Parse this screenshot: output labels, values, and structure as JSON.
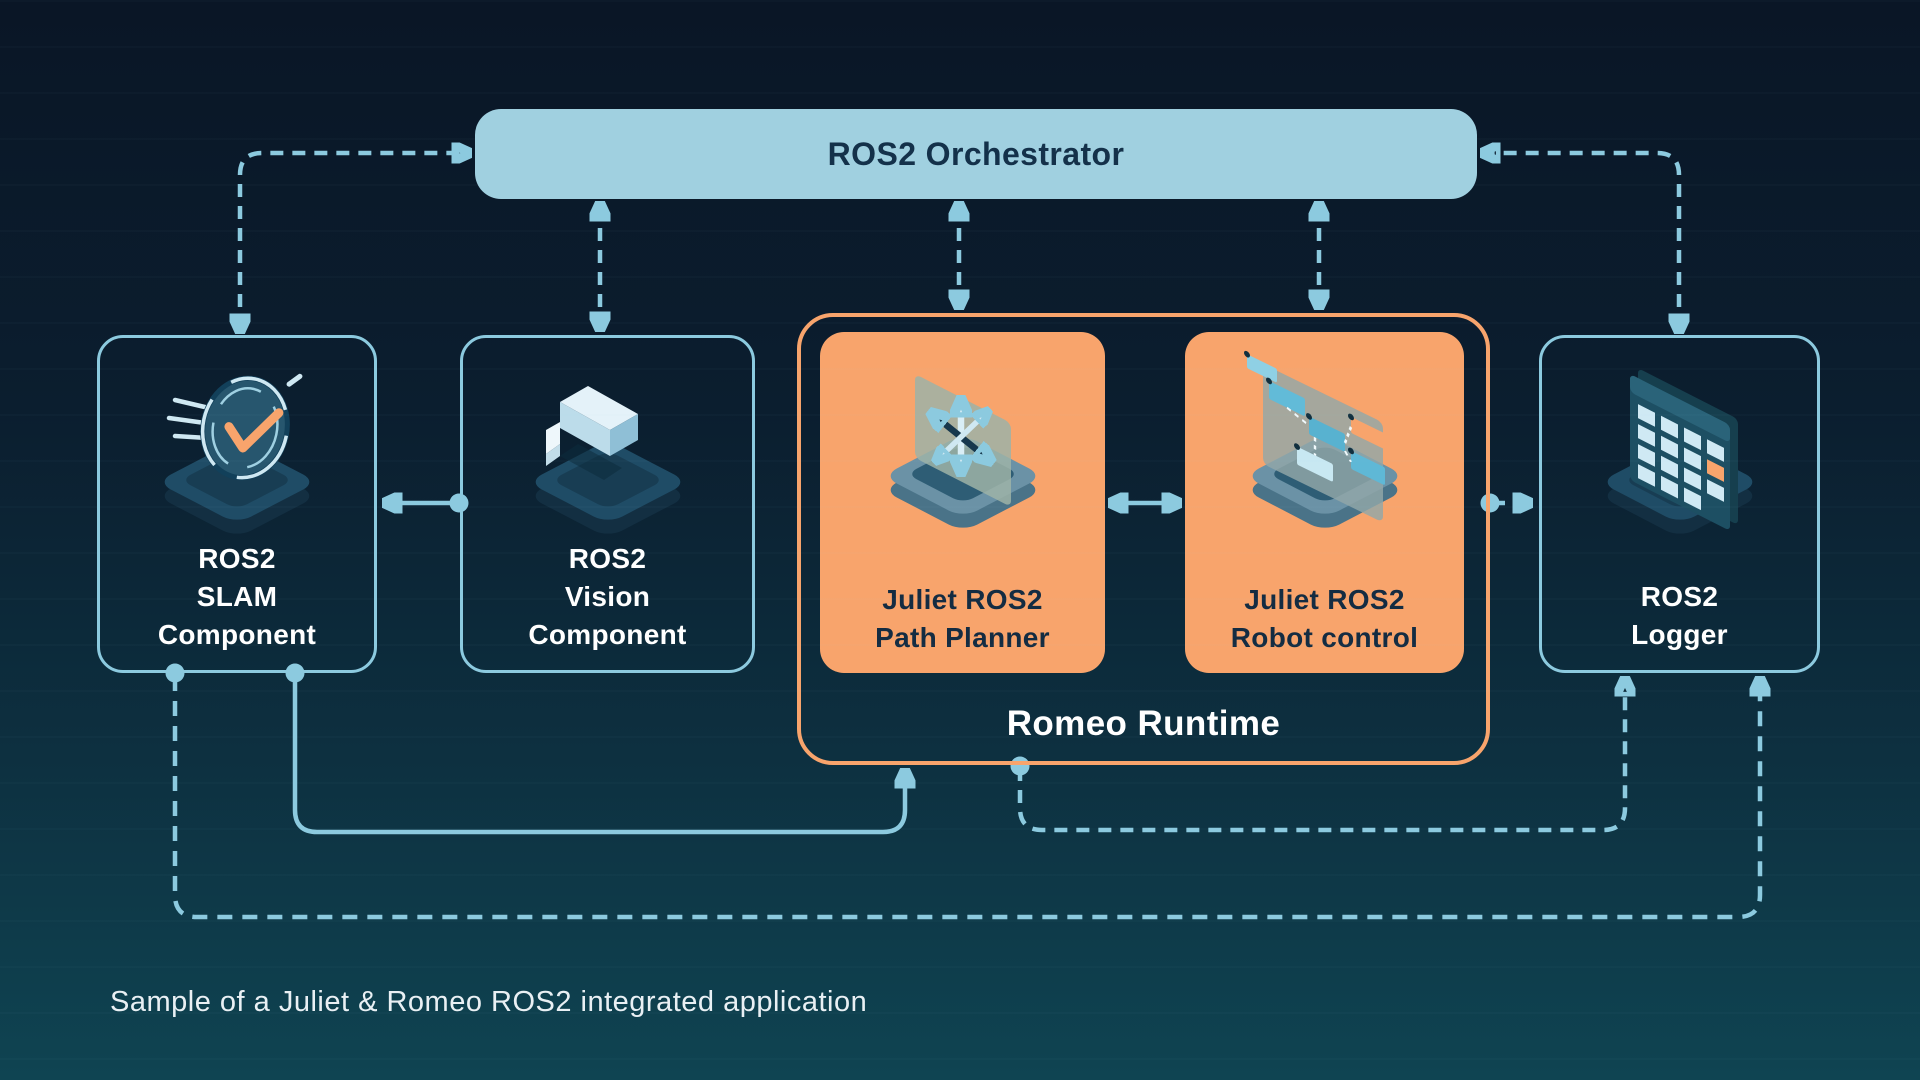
{
  "page": {
    "orchestrator": {
      "label": "ROS2 Orchestrator"
    },
    "nodes": [
      {
        "id": "slam",
        "label": "ROS2\nSLAM\nComponent",
        "icon": "slam-speed-clock-icon",
        "style": "outline"
      },
      {
        "id": "vision",
        "label": "ROS2\nVision\nComponent",
        "icon": "vision-camera-icon",
        "style": "outline"
      },
      {
        "id": "path-planner",
        "label": "Juliet ROS2\nPath Planner",
        "icon": "path-planner-arrows-icon",
        "style": "orange"
      },
      {
        "id": "robot-control",
        "label": "Juliet ROS2\nRobot control",
        "icon": "robot-control-nodes-icon",
        "style": "orange"
      },
      {
        "id": "logger",
        "label": "ROS2\nLogger",
        "icon": "logger-grid-icon",
        "style": "outline"
      }
    ],
    "runtime_group": {
      "label": "Romeo Runtime"
    },
    "caption": "Sample of a Juliet & Romeo ROS2 integrated application",
    "colors": {
      "accent_blue": "#8ccadf",
      "orchestrator_fill": "#a0d0e0",
      "orange": "#f8a46c",
      "navy_text": "#14314a",
      "white_text": "#ffffff",
      "background_top": "#0a1626",
      "background_bottom": "#0f4452"
    },
    "edges": [
      {
        "from": "slam",
        "to": "orchestrator",
        "style": "dashed",
        "arrows": "both",
        "route": "left-elbow"
      },
      {
        "from": "vision",
        "to": "orchestrator",
        "style": "dashed",
        "arrows": "both",
        "route": "vertical"
      },
      {
        "from": "path-planner",
        "to": "orchestrator",
        "style": "dashed",
        "arrows": "both",
        "route": "vertical"
      },
      {
        "from": "robot-control",
        "to": "orchestrator",
        "style": "dashed",
        "arrows": "both",
        "route": "vertical"
      },
      {
        "from": "logger",
        "to": "orchestrator",
        "style": "dashed",
        "arrows": "both",
        "route": "right-elbow"
      },
      {
        "from": "vision",
        "to": "slam",
        "style": "solid",
        "arrows": "end",
        "route": "horizontal"
      },
      {
        "from": "path-planner",
        "to": "robot-control",
        "style": "solid",
        "arrows": "both",
        "route": "horizontal"
      },
      {
        "from": "romeo-runtime",
        "to": "logger",
        "style": "dashed",
        "arrows": "end",
        "route": "horizontal"
      },
      {
        "from": "slam",
        "to": "romeo-runtime",
        "style": "solid",
        "arrows": "end",
        "route": "under"
      },
      {
        "from": "romeo-runtime",
        "to": "logger",
        "style": "dashed",
        "arrows": "end",
        "route": "under"
      },
      {
        "from": "slam",
        "to": "logger",
        "style": "dashed",
        "arrows": "end",
        "route": "under-long"
      }
    ]
  }
}
